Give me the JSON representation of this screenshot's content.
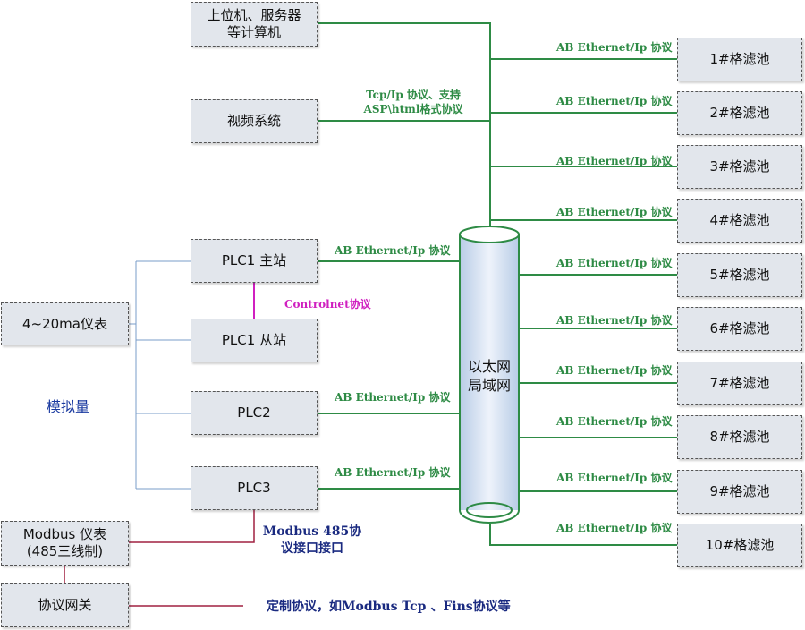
{
  "nodes": {
    "host": "上位机、服务器\n等计算机",
    "video": "视频系统",
    "plc1_master": "PLC1 主站",
    "plc1_slave": "PLC1 从站",
    "plc2": "PLC2",
    "plc3": "PLC3",
    "instrument": "4~20ma仪表",
    "modbus_instrument": "Modbus 仪表\n(485三线制)",
    "gateway": "协议网关",
    "ethernet": "以太网\n局域网",
    "filters": [
      "1#格滤池",
      "2#格滤池",
      "3#格滤池",
      "4#格滤池",
      "5#格滤池",
      "6#格滤池",
      "7#格滤池",
      "8#格滤池",
      "9#格滤池",
      "10#格滤池"
    ]
  },
  "labels": {
    "ab_ethernet": "AB Ethernet/Ip 协议",
    "video_protocol": "Tcp/Ip 协议、支持\nASP\\html格式协议",
    "controlnet": "Controlnet协议",
    "analog": "模拟量",
    "modbus485": "Modbus 485协\n议接口接口",
    "custom_protocol": "定制协议，如Modbus Tcp 、Fins协议等"
  },
  "colors": {
    "ethernet_line": "#2e8b45",
    "analog_line": "#7a9cc8",
    "controlnet_line": "#d020c0",
    "modbus_line": "#a02040",
    "box_fill": "#e2e6ec"
  }
}
